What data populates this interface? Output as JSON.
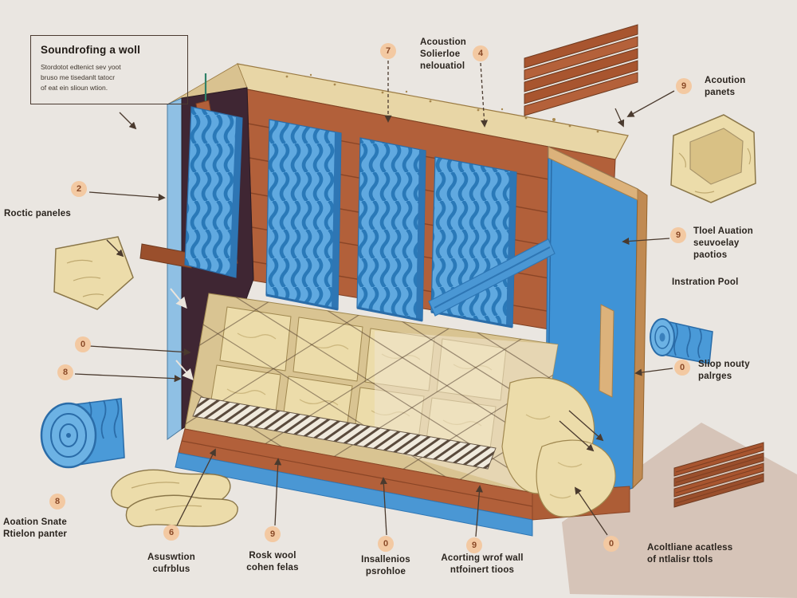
{
  "title_card": {
    "title": "Soundrofing a woll",
    "body": "Stordotot edtenict sev yoot\nbruso me tisedanlt tatocr\nof eat ein slioun wtion."
  },
  "labels": [
    {
      "text": "Acoustion\nSolierloe\nnelouatiol"
    },
    {
      "text": "Acoution\npanets"
    },
    {
      "text": "Roctic paneles"
    },
    {
      "text": "Tloel Auation\nseuvoelay\npaotios"
    },
    {
      "text": "Instration Pool"
    },
    {
      "text": "Sliop nouty\npalrges"
    },
    {
      "text": "Aoation Snate\nRtielon panter"
    },
    {
      "text": "Asuswtion\ncufrblus"
    },
    {
      "text": "Rosk wool\ncohen felas"
    },
    {
      "text": "Insallenios\npsrohloe"
    },
    {
      "text": "Acorting wrof wall\nntfoinert tioos"
    },
    {
      "text": "Acoltliane acatless\nof ntlalisr ttols"
    }
  ],
  "badges": [
    {
      "n": "7"
    },
    {
      "n": "4"
    },
    {
      "n": "9"
    },
    {
      "n": "2"
    },
    {
      "n": "9"
    },
    {
      "n": "0"
    },
    {
      "n": "8"
    },
    {
      "n": "0"
    },
    {
      "n": "8"
    },
    {
      "n": "6"
    },
    {
      "n": "9"
    },
    {
      "n": "0"
    },
    {
      "n": "9"
    },
    {
      "n": "0"
    }
  ],
  "colors": {
    "bg": "#eae6e1",
    "ink": "#2a241e",
    "badge_bg": "#f3c9a2",
    "badge_ink": "#8a4a28",
    "blue": "#3f93d6",
    "blue_dark": "#2a6ca8",
    "wood": "#b2603a",
    "wood_dark": "#8a4526",
    "cream": "#ecdcaa",
    "cream_dark": "#a08850",
    "maroon": "#3f2633"
  }
}
